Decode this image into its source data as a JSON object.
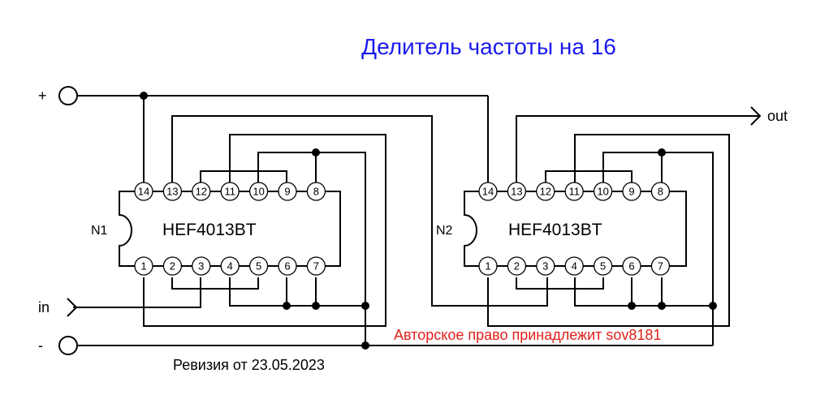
{
  "title": "Делитель частоты на 16",
  "title_color": "#1a1aee",
  "copyright": "Авторское право принадлежит sov8181",
  "copyright_color": "#e0201a",
  "revision": "Ревизия от 23.05.2023",
  "terminals": {
    "plus": "+",
    "minus": "-",
    "in": "in",
    "out": "out"
  },
  "chips": [
    {
      "ref": "N1",
      "part": "HEF4013BT",
      "pins_top": [
        "14",
        "13",
        "12",
        "11",
        "10",
        "9",
        "8"
      ],
      "pins_bottom": [
        "1",
        "2",
        "3",
        "4",
        "5",
        "6",
        "7"
      ]
    },
    {
      "ref": "N2",
      "part": "HEF4013BT",
      "pins_top": [
        "14",
        "13",
        "12",
        "11",
        "10",
        "9",
        "8"
      ],
      "pins_bottom": [
        "1",
        "2",
        "3",
        "4",
        "5",
        "6",
        "7"
      ]
    }
  ]
}
